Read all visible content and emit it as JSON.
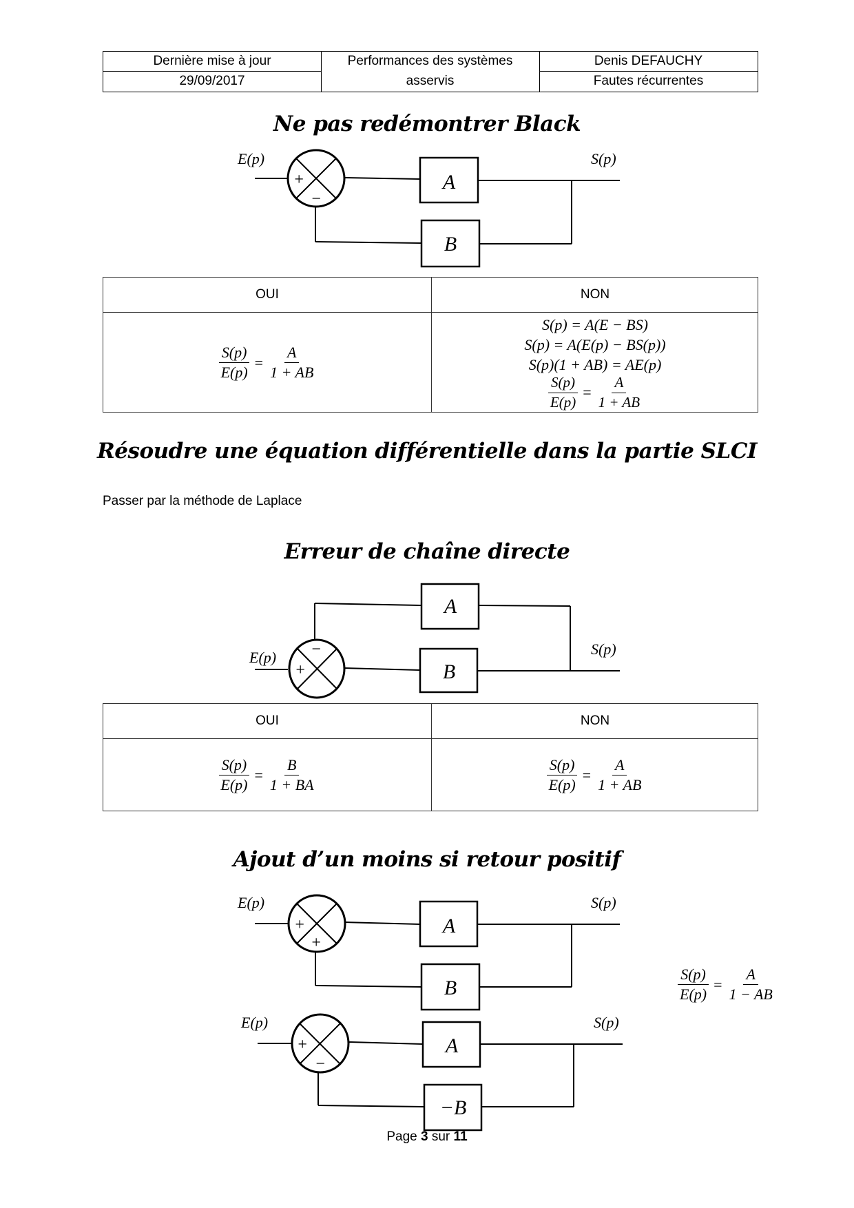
{
  "header": {
    "last_update_label": "Dernière mise à jour",
    "date": "29/09/2017",
    "subject_line1": "Performances des systèmes",
    "subject_line2": "asservis",
    "author": "Denis DEFAUCHY",
    "doc_title": "Fautes récurrentes"
  },
  "sections": [
    {
      "title": "Ne pas redémontrer Black",
      "diagram": {
        "input_label": "E(p)",
        "output_label": "S(p)",
        "forward_block": "A",
        "feedback_block": "B",
        "sign_input": "+",
        "sign_feedback": "−"
      },
      "table": {
        "col_yes": "OUI",
        "col_no": "NON",
        "yes": {
          "num": "S(p)",
          "den": "E(p)",
          "rnum": "A",
          "rden": "1 + AB"
        },
        "no_lines": [
          "S(p) = A(E − BS)",
          "S(p) = A(E(p) − BS(p))",
          "S(p)(1 + AB) = AE(p)"
        ],
        "no_final": {
          "num": "S(p)",
          "den": "E(p)",
          "rnum": "A",
          "rden": "1 + AB"
        }
      }
    },
    {
      "title": "Résoudre une équation différentielle dans la partie SLCI",
      "text": "Passer par la méthode de Laplace"
    },
    {
      "title": "Erreur de chaîne directe",
      "diagram": {
        "input_label": "E(p)",
        "output_label": "S(p)",
        "top_block": "A",
        "bottom_block": "B",
        "sign_top": "−",
        "sign_left": "+"
      },
      "table": {
        "col_yes": "OUI",
        "col_no": "NON",
        "yes": {
          "num": "S(p)",
          "den": "E(p)",
          "rnum": "B",
          "rden": "1 + BA"
        },
        "no": {
          "num": "S(p)",
          "den": "E(p)",
          "rnum": "A",
          "rden": "1 + AB"
        }
      }
    },
    {
      "title": "Ajout d’un moins si retour positif",
      "diagram_a": {
        "input_label": "E(p)",
        "output_label": "S(p)",
        "forward_block": "A",
        "feedback_block": "B",
        "sign_input": "+",
        "sign_feedback": "+"
      },
      "diagram_b": {
        "input_label": "E(p)",
        "output_label": "S(p)",
        "forward_block": "A",
        "feedback_block": "−B",
        "sign_input": "+",
        "sign_feedback": "−"
      },
      "formula": {
        "num": "S(p)",
        "den": "E(p)",
        "rnum": "A",
        "rden": "1 − AB"
      }
    }
  ],
  "footer": {
    "prefix": "Page",
    "current": "3",
    "middle": "sur",
    "total": "11"
  }
}
